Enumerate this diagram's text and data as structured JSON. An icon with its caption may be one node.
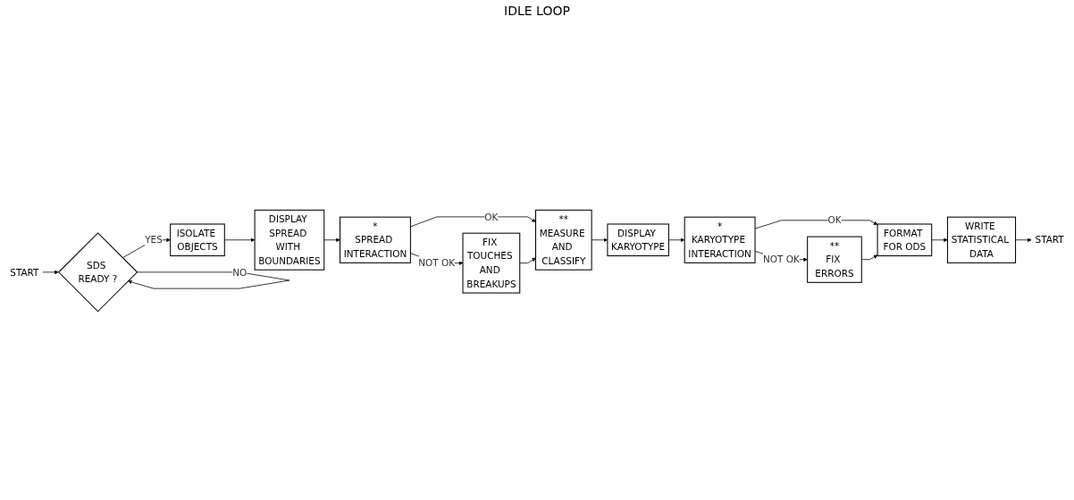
{
  "diagram": {
    "nodes": [
      {
        "text": [
          "START"
        ]
      },
      {
        "text": [
          "SDS READY ?"
        ]
      },
      {
        "text": [
          "ISOLATE OBJECTS"
        ]
      },
      {
        "text": [
          "DISPLAY SPREAD WITH BOUNDARIES"
        ]
      },
      {
        "text": [
          "*",
          "SPREAD INTERACTION"
        ]
      },
      {
        "text": [
          "FIX TOUCHES AND BREAKUPS"
        ]
      },
      {
        "text": [
          "**",
          "MEASURE AND CLASSIFY"
        ]
      },
      {
        "text": [
          "DISPLAY KARYOTYPE"
        ]
      },
      {
        "text": [
          "*",
          "KARYOTYPE INTERACTION"
        ]
      },
      {
        "text": [
          "**",
          "FIX ERRORS"
        ]
      },
      {
        "text": [
          "FORMAT FOR ODS"
        ]
      },
      {
        "text": [
          "WRITE STATISTICAL DATA"
        ]
      },
      {
        "text": [
          "START"
        ]
      }
    ],
    "edges": [
      {
        "from": 0,
        "to": 1,
        "arrow": "to"
      },
      {
        "from": 1,
        "to": 2,
        "label": "YES",
        "arrow": "to"
      },
      {
        "from": 1,
        "to": 1,
        "label": "NO",
        "arrow": "to"
      },
      {
        "from": 2,
        "to": 3,
        "arrow": "to"
      },
      {
        "from": 3,
        "to": 4,
        "arrow": "to"
      },
      {
        "from": 4,
        "to": 5,
        "label": "NOT OK",
        "arrow": "to"
      },
      {
        "from": 4,
        "to": 6,
        "label": "OK",
        "arrow": "to"
      },
      {
        "from": 5,
        "to": 6,
        "arrow": "to"
      },
      {
        "from": 6,
        "to": 7,
        "arrow": "to"
      },
      {
        "from": 7,
        "to": 8,
        "arrow": "to"
      },
      {
        "from": 8,
        "to": 9,
        "label": "NOT OK",
        "arrow": "to"
      },
      {
        "from": 8,
        "to": 10,
        "label": "OK",
        "arrow": "to"
      },
      {
        "from": 9,
        "to": 10,
        "arrow": "to"
      },
      {
        "from": 10,
        "to": 11,
        "arrow": "to"
      },
      {
        "from": 11,
        "to": 12,
        "arrow": "to"
      }
    ],
    "labels": [
      "IDLE LOOP"
    ]
  }
}
